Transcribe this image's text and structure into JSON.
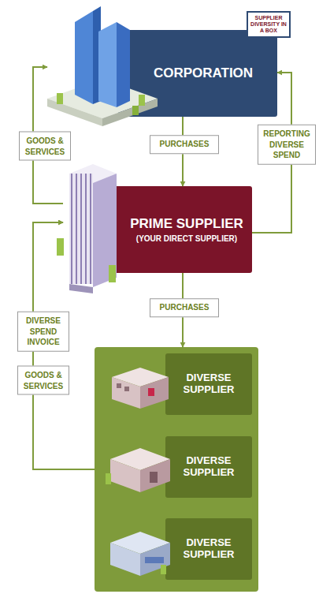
{
  "diagram": {
    "nodes": [
      {
        "text": [
          "CORPORATION"
        ]
      },
      {
        "text": [
          "PRIME SUPPLIER",
          "(YOUR DIRECT SUPPLIER)"
        ]
      },
      {
        "text": []
      },
      {
        "text": [
          "DIVERSE SUPPLIER"
        ],
        "in": 2
      },
      {
        "text": [
          "DIVERSE SUPPLIER"
        ],
        "in": 2
      },
      {
        "text": [
          "DIVERSE SUPPLIER"
        ],
        "in": 2
      }
    ],
    "edges": [
      {
        "from": 0,
        "to": 1,
        "label": "PURCHASES",
        "arrow": "to"
      },
      {
        "from": 1,
        "to": 0,
        "label": "GOODS & SERVICES",
        "arrow": "to"
      },
      {
        "from": 1,
        "to": 0,
        "label": "REPORTING DIVERSE SPEND",
        "arrow": "to"
      },
      {
        "from": 1,
        "to": 2,
        "label": "PURCHASES",
        "arrow": "to"
      },
      {
        "from": 2,
        "to": 1,
        "label": "DIVERSE SPEND INVOICE",
        "arrow": "to"
      },
      {
        "from": 2,
        "to": 1,
        "label": "GOODS & SERVICES",
        "arrow": "to"
      }
    ],
    "labels": [
      "SUPPLIER DIVERSITY IN A BOX"
    ]
  }
}
